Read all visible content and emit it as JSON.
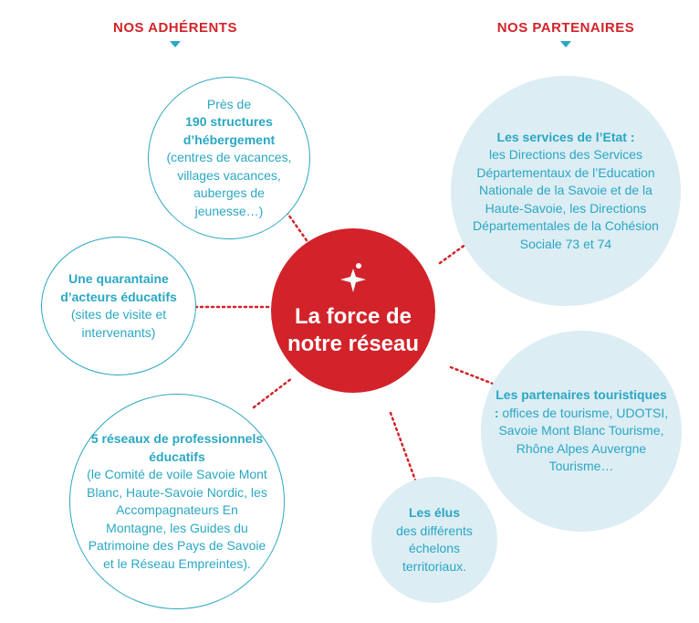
{
  "headings": {
    "members": "NOS ADHÉRENTS",
    "partners": "NOS PARTENAIRES"
  },
  "center": {
    "line1": "La force de",
    "line2": "notre réseau"
  },
  "accommodation": {
    "pre": "Près de",
    "bold": "190 structures d’hébergement",
    "text": " (centres de vacances, villages vacances, auberges de jeunesse…)"
  },
  "educational_actors": {
    "bold": "Une quarantaine d’acteurs éducatifs",
    "text": "(sites de visite et intervenants)"
  },
  "professional_networks": {
    "bold": "5 réseaux de professionnels éducatifs",
    "text": "(le Comité de voile Savoie Mont Blanc, Haute-Savoie Nordic, les Accompagnateurs En Montagne, les Guides du Patrimoine des Pays de Savoie et le Réseau Empreintes)."
  },
  "state_services": {
    "bold": "Les services de l’Etat :",
    "text": "les Directions des Services Départementaux de l’Education Nationale de la Savoie et de la Haute-Savoie, les Directions Départementales de la Cohésion Sociale 73 et 74"
  },
  "tourism_partners": {
    "bold": "Les partenaires touristiques :",
    "text": " offices de tourisme, UDOTSI, Savoie Mont Blanc Tourisme, Rhône Alpes Auvergne Tourisme…"
  },
  "elected": {
    "bold": "Les élus",
    "text": "des différents échelons territoriaux."
  },
  "colors": {
    "red": "#d2232a",
    "teal": "#2aa7c3",
    "light_blue": "#dcedf4"
  }
}
